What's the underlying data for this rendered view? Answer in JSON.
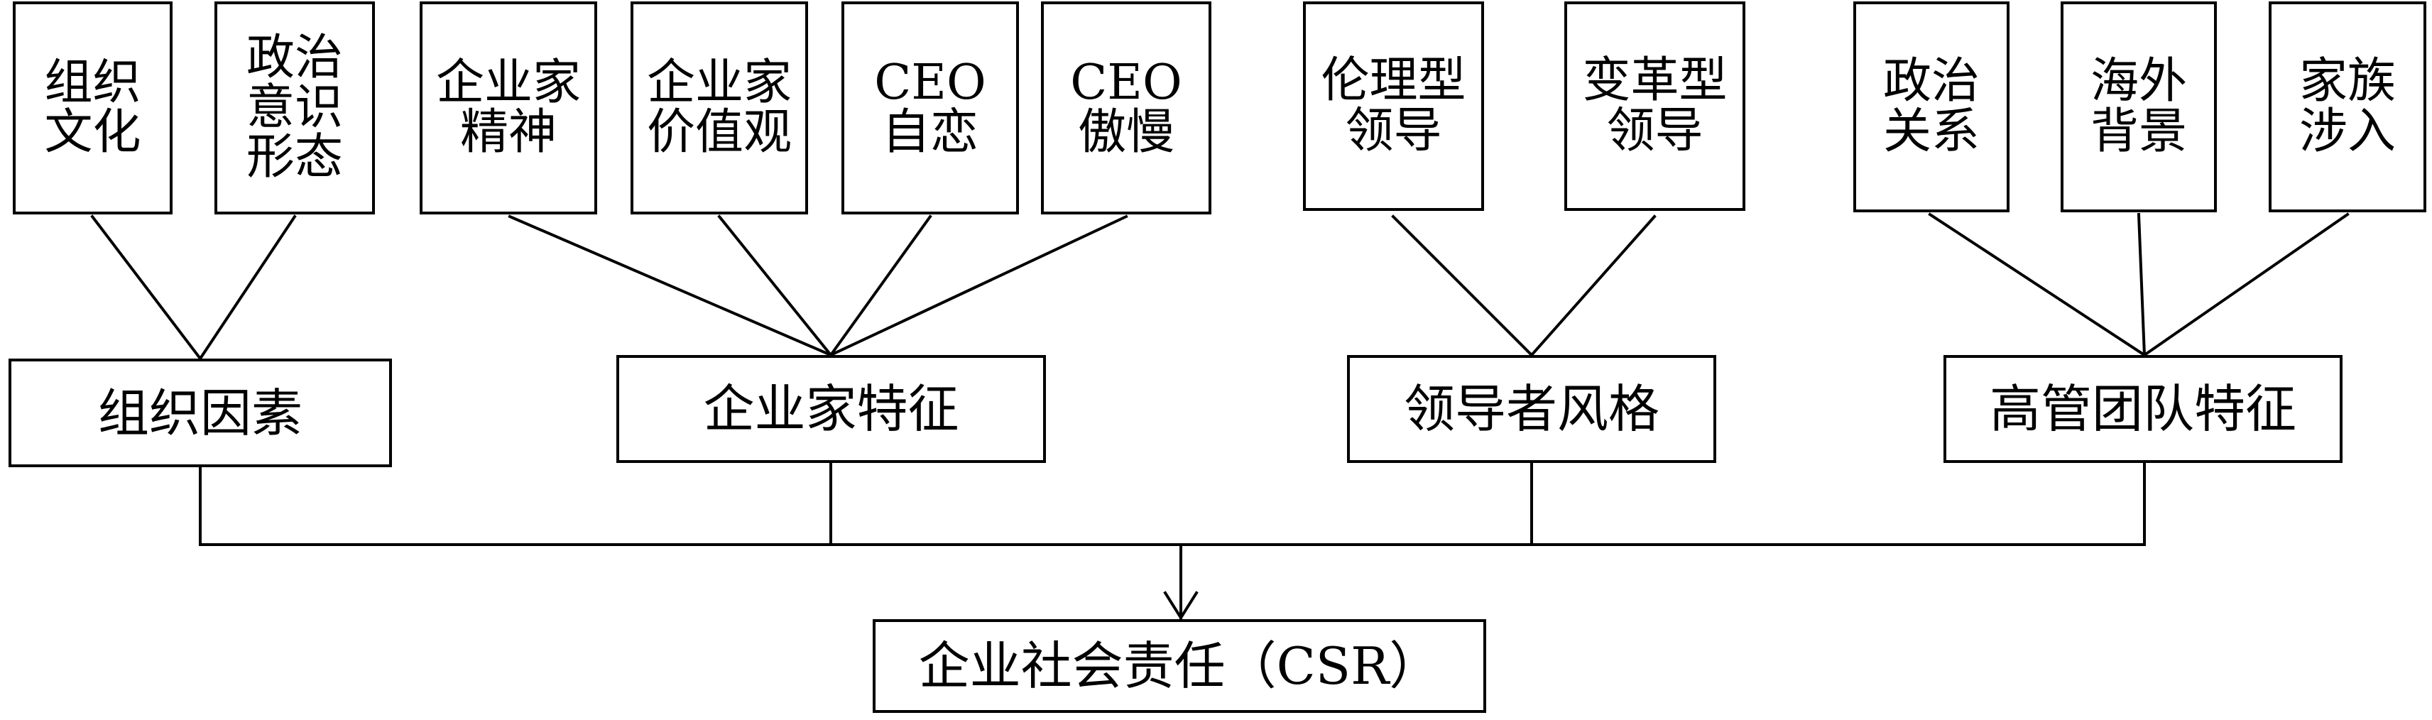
{
  "top_boxes": [
    {
      "id": "org-culture",
      "text": "组织文化"
    },
    {
      "id": "political-ideology",
      "text": "政治意识形态"
    },
    {
      "id": "entrepreneurship",
      "text": "企业家精神"
    },
    {
      "id": "entrepreneur-values",
      "text": "企业家价值观"
    },
    {
      "id": "ceo-narcissism",
      "text": "CEO自恋"
    },
    {
      "id": "ceo-hubris",
      "text": "CEO傲慢"
    },
    {
      "id": "ethical-leadership",
      "text": "伦理型领导"
    },
    {
      "id": "transformational-leadership",
      "text": "变革型领导"
    },
    {
      "id": "political-connections",
      "text": "政治关系"
    },
    {
      "id": "overseas-background",
      "text": "海外背景"
    },
    {
      "id": "family-involvement",
      "text": "家族涉入"
    }
  ],
  "group_boxes": [
    {
      "id": "org-factors",
      "text": "组织因素"
    },
    {
      "id": "entrepreneur-traits",
      "text": "企业家特征"
    },
    {
      "id": "leadership-style",
      "text": "领导者风格"
    },
    {
      "id": "tmt-traits",
      "text": "高管团队特征"
    }
  ],
  "outcome": {
    "text": "企业社会责任（CSR）"
  }
}
